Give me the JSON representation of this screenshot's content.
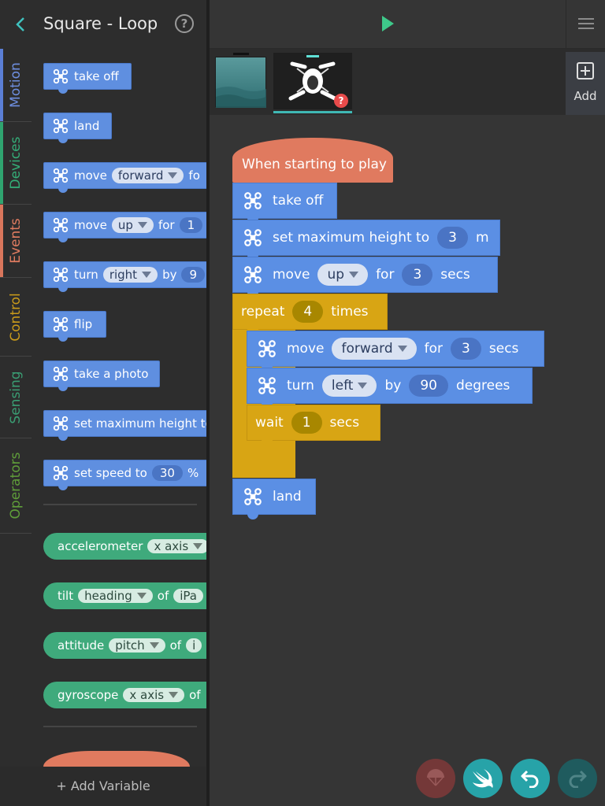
{
  "header": {
    "back_icon": "chevron-left-icon",
    "title": "Square - Loop",
    "help": "?"
  },
  "categories": [
    {
      "label": "Motion",
      "color": "#5b7fd6"
    },
    {
      "label": "Devices",
      "color": "#2fa46f"
    },
    {
      "label": "Events",
      "color": "#d9765c"
    },
    {
      "label": "Control",
      "color": "#c99a1b"
    },
    {
      "label": "Sensing",
      "color": "#3a9d73"
    },
    {
      "label": "Operators",
      "color": "#5f9d3a"
    }
  ],
  "palette": {
    "take_off": "take off",
    "land": "land",
    "move": "move",
    "forward": "forward",
    "fo": "fo",
    "move2": "move",
    "up": "up",
    "for": "for",
    "one": "1",
    "turn": "turn",
    "right": "right",
    "by": "by",
    "nine": "9",
    "flip": "flip",
    "take_photo": "take a photo",
    "set_max_height": "set maximum height to",
    "set_speed": "set speed to",
    "speed_val": "30",
    "percent": "%",
    "accelerometer": "accelerometer",
    "x_axis": "x axis",
    "tilt": "tilt",
    "heading": "heading",
    "of": "of",
    "ipa": "iPa",
    "attitude": "attitude",
    "pitch": "pitch",
    "of2": "of",
    "i": "i",
    "gyroscope": "gyroscope",
    "x_axis2": "x axis",
    "of3": "of"
  },
  "add_variable": "+ Add Variable",
  "topbar": {
    "play_icon": "play-icon",
    "menu_icon": "hamburger-icon",
    "add_label": "Add"
  },
  "script": {
    "hat": "When starting to play",
    "take_off": "take off",
    "set_max": "set maximum height to",
    "max_val": "3",
    "m": "m",
    "move": "move",
    "up": "up",
    "for": "for",
    "move_val": "3",
    "secs": "secs",
    "repeat": "repeat",
    "repeat_val": "4",
    "times": "times",
    "move2": "move",
    "forward": "forward",
    "for2": "for",
    "move2_val": "3",
    "secs2": "secs",
    "turn": "turn",
    "left": "left",
    "by": "by",
    "turn_val": "90",
    "degrees": "degrees",
    "wait": "wait",
    "wait_val": "1",
    "secs3": "secs",
    "land": "land"
  },
  "badge": "?",
  "colors": {
    "motion": "#5b8fe4",
    "control": "#d8a514",
    "event": "#e07a5f",
    "sensing": "#3faa7c",
    "teal": "#27a3a8"
  }
}
